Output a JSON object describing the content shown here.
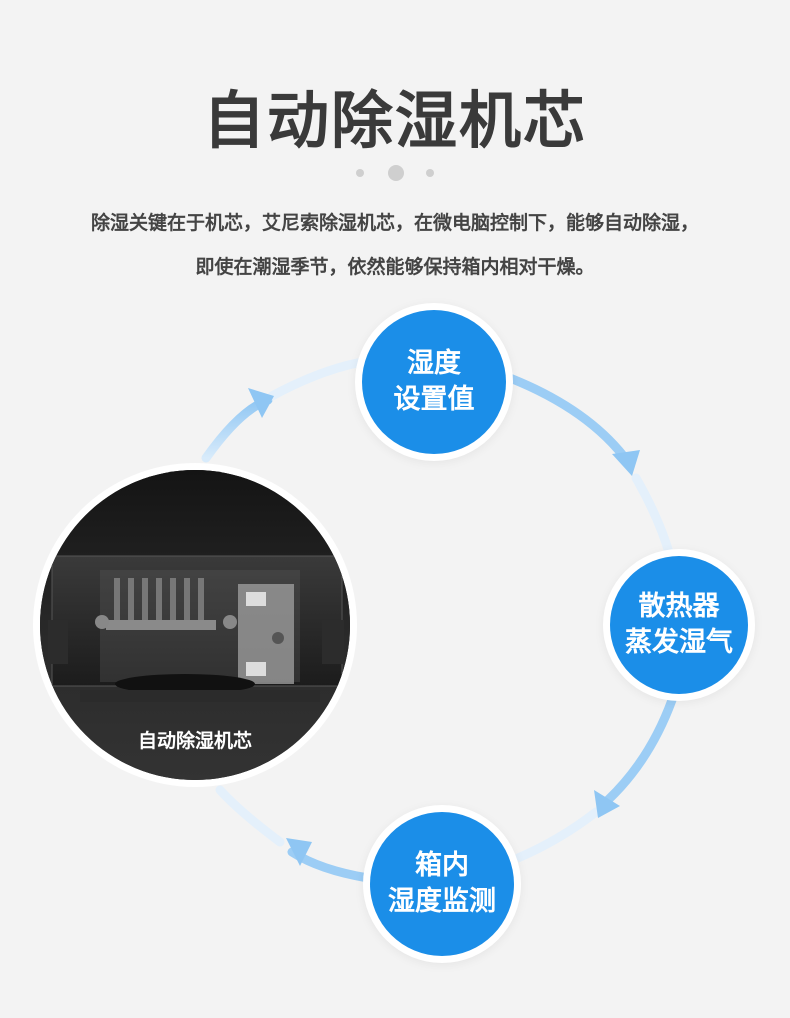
{
  "header": {
    "title": "自动除湿机芯",
    "desc_line1": "除湿关键在于机芯，艾尼索除湿机芯，在微电脑控制下，能够自动除湿，",
    "desc_line2": "即使在潮湿季节，依然能够保持箱内相对干燥。"
  },
  "cycle": {
    "accent_color": "#1b8ee8",
    "arrow_color": "#a9d3f7",
    "nodes": [
      {
        "line1": "湿度",
        "line2": "设置值"
      },
      {
        "line1": "散热器",
        "line2": "蒸发湿气"
      },
      {
        "line1": "箱内",
        "line2": "湿度监测"
      }
    ],
    "photo": {
      "caption": "自动除湿机芯",
      "icon": "dehumidifier-core-image"
    }
  }
}
